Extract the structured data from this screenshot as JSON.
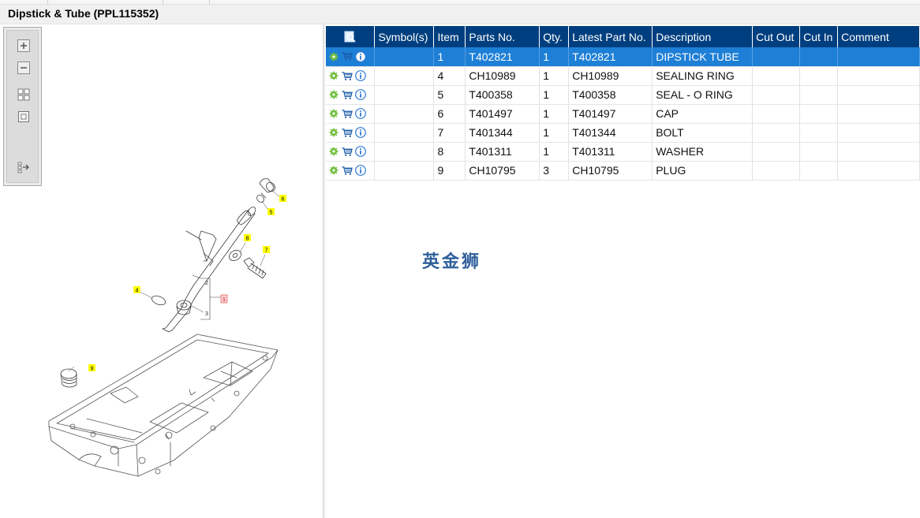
{
  "window": {
    "title": "Dipstick & Tube (PPL115352)"
  },
  "toolbar": {
    "tools": [
      {
        "name": "zoom-in-icon"
      },
      {
        "name": "zoom-out-icon"
      },
      {
        "name": "fit-page-icon"
      },
      {
        "name": "actual-size-icon"
      },
      {
        "name": "export-icon"
      }
    ]
  },
  "diagram": {
    "callouts": {
      "c6": "6",
      "c5": "5",
      "c8": "8",
      "c7": "7",
      "c4": "4",
      "c1": "1",
      "c2": "2",
      "c3": "3",
      "c9": "9"
    }
  },
  "table": {
    "columns": {
      "symbols": "Symbol(s)",
      "item": "Item",
      "parts_no": "Parts No.",
      "qty": "Qty.",
      "latest_part_no": "Latest Part No.",
      "description": "Description",
      "cut_out": "Cut Out",
      "cut_in": "Cut In",
      "comment": "Comment"
    },
    "rows": [
      {
        "symbols": "",
        "item": "1",
        "parts_no": "T402821",
        "qty": "1",
        "latest_part_no": "T402821",
        "description": "DIPSTICK TUBE",
        "cut_out": "",
        "cut_in": "",
        "comment": ""
      },
      {
        "symbols": "",
        "item": "4",
        "parts_no": "CH10989",
        "qty": "1",
        "latest_part_no": "CH10989",
        "description": "SEALING RING",
        "cut_out": "",
        "cut_in": "",
        "comment": ""
      },
      {
        "symbols": "",
        "item": "5",
        "parts_no": "T400358",
        "qty": "1",
        "latest_part_no": "T400358",
        "description": "SEAL - O RING",
        "cut_out": "",
        "cut_in": "",
        "comment": ""
      },
      {
        "symbols": "",
        "item": "6",
        "parts_no": "T401497",
        "qty": "1",
        "latest_part_no": "T401497",
        "description": "CAP",
        "cut_out": "",
        "cut_in": "",
        "comment": ""
      },
      {
        "symbols": "",
        "item": "7",
        "parts_no": "T401344",
        "qty": "1",
        "latest_part_no": "T401344",
        "description": "BOLT",
        "cut_out": "",
        "cut_in": "",
        "comment": ""
      },
      {
        "symbols": "",
        "item": "8",
        "parts_no": "T401311",
        "qty": "1",
        "latest_part_no": "T401311",
        "description": "WASHER",
        "cut_out": "",
        "cut_in": "",
        "comment": ""
      },
      {
        "symbols": "",
        "item": "9",
        "parts_no": "CH10795",
        "qty": "3",
        "latest_part_no": "CH10795",
        "description": "PLUG",
        "cut_out": "",
        "cut_in": "",
        "comment": ""
      }
    ],
    "selected_row": "1"
  },
  "watermark": {
    "text": "英金狮"
  },
  "colors": {
    "header_bg": "#003f7f",
    "selected_row_bg": "#1e7fd6",
    "callout_bg": "#ffff00",
    "watermark": "#2e5f9a"
  }
}
